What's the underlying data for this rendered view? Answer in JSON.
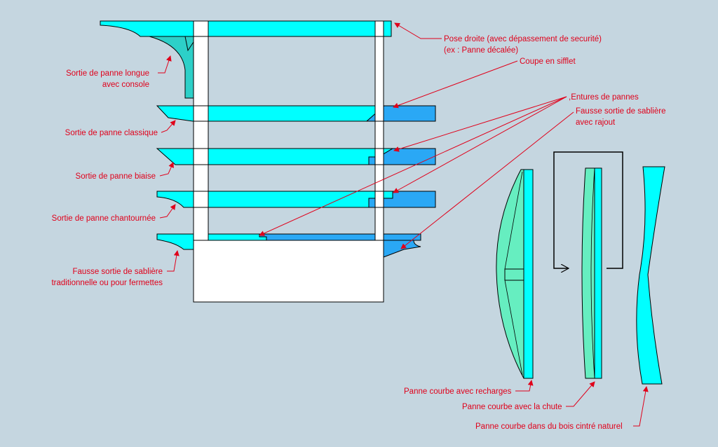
{
  "labels": {
    "pose_droite_1": "Pose droite (avec dépassement de securité)",
    "pose_droite_2": "(ex : Panne décalée)",
    "coupe_sifflet": "Coupe en sifflet",
    "entures": ",Entures de pannes",
    "fausse_rajout_1": "Fausse sortie de sablière",
    "fausse_rajout_2": "avec rajout",
    "panne_longue_1": "Sortie de panne longue",
    "panne_longue_2": "avec console",
    "panne_classique": "Sortie de panne classique",
    "panne_biaise": "Sortie de panne biaise",
    "panne_chantournee": "Sortie de panne chantournée",
    "fausse_trad_1": "Fausse sortie de sablière",
    "fausse_trad_2": "traditionnelle ou pour fermettes",
    "courbe_recharges": "Panne courbe avec recharges",
    "courbe_chute": "Panne courbe avec la chute",
    "courbe_naturel": "Panne courbe dans du bois cintré naturel"
  },
  "colors": {
    "background": "#c5d6e0",
    "beam_cyan": "#00ffff",
    "beam_blue": "#2aa8f5",
    "console_teal": "#2dd0c8",
    "curved_green": "#66eec0",
    "label_red": "#e0001a"
  }
}
